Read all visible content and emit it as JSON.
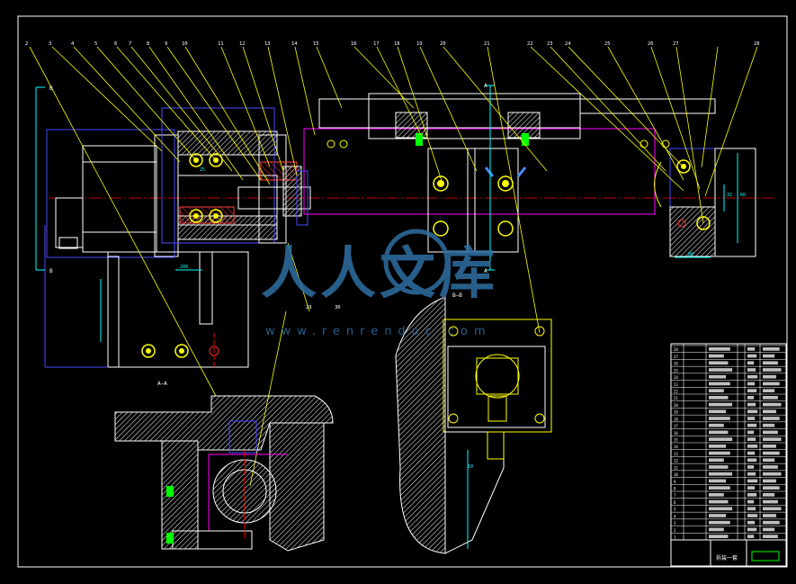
{
  "drawing": {
    "balloons": [
      "2",
      "3",
      "4",
      "5",
      "6",
      "7",
      "8",
      "9",
      "10",
      "11",
      "12",
      "13",
      "14",
      "15",
      "16",
      "17",
      "18",
      "19",
      "20",
      "21",
      "22",
      "23",
      "24",
      "25",
      "26",
      "27",
      "28"
    ],
    "balloons_lower": [
      "29",
      "30"
    ],
    "section_labels": {
      "a_top": "A",
      "a_bottom": "A",
      "b_top": "B",
      "b_bottom": "B",
      "section_aa": "A—A",
      "section_bb": "B—B"
    },
    "dimensions": {
      "d1": "208",
      "d2": "25",
      "d3": "10",
      "d4": "32",
      "d5": "60",
      "d6": "80"
    }
  },
  "watermark": {
    "text": "人人文库",
    "url": "www.renrendoc.com"
  },
  "title_block": {
    "title": "拆装一套",
    "row_numbers": [
      "28",
      "27",
      "26",
      "25",
      "24",
      "23",
      "22",
      "21",
      "20",
      "19",
      "18",
      "17",
      "16",
      "15",
      "14",
      "13",
      "12",
      "11",
      "10",
      "9",
      "8",
      "7",
      "6",
      "5",
      "4",
      "3",
      "2",
      "1"
    ]
  },
  "colors": {
    "background": "#000000",
    "frame": "#ffffff",
    "parts": "#ffffff",
    "leaders": "#ffff00",
    "centerlines": "#ff0000",
    "dimensions": "#00ffff",
    "blue_lines": "#4a4aff",
    "magenta": "#ff00ff",
    "green": "#00ff00",
    "watermark": "#2e6fa3"
  }
}
